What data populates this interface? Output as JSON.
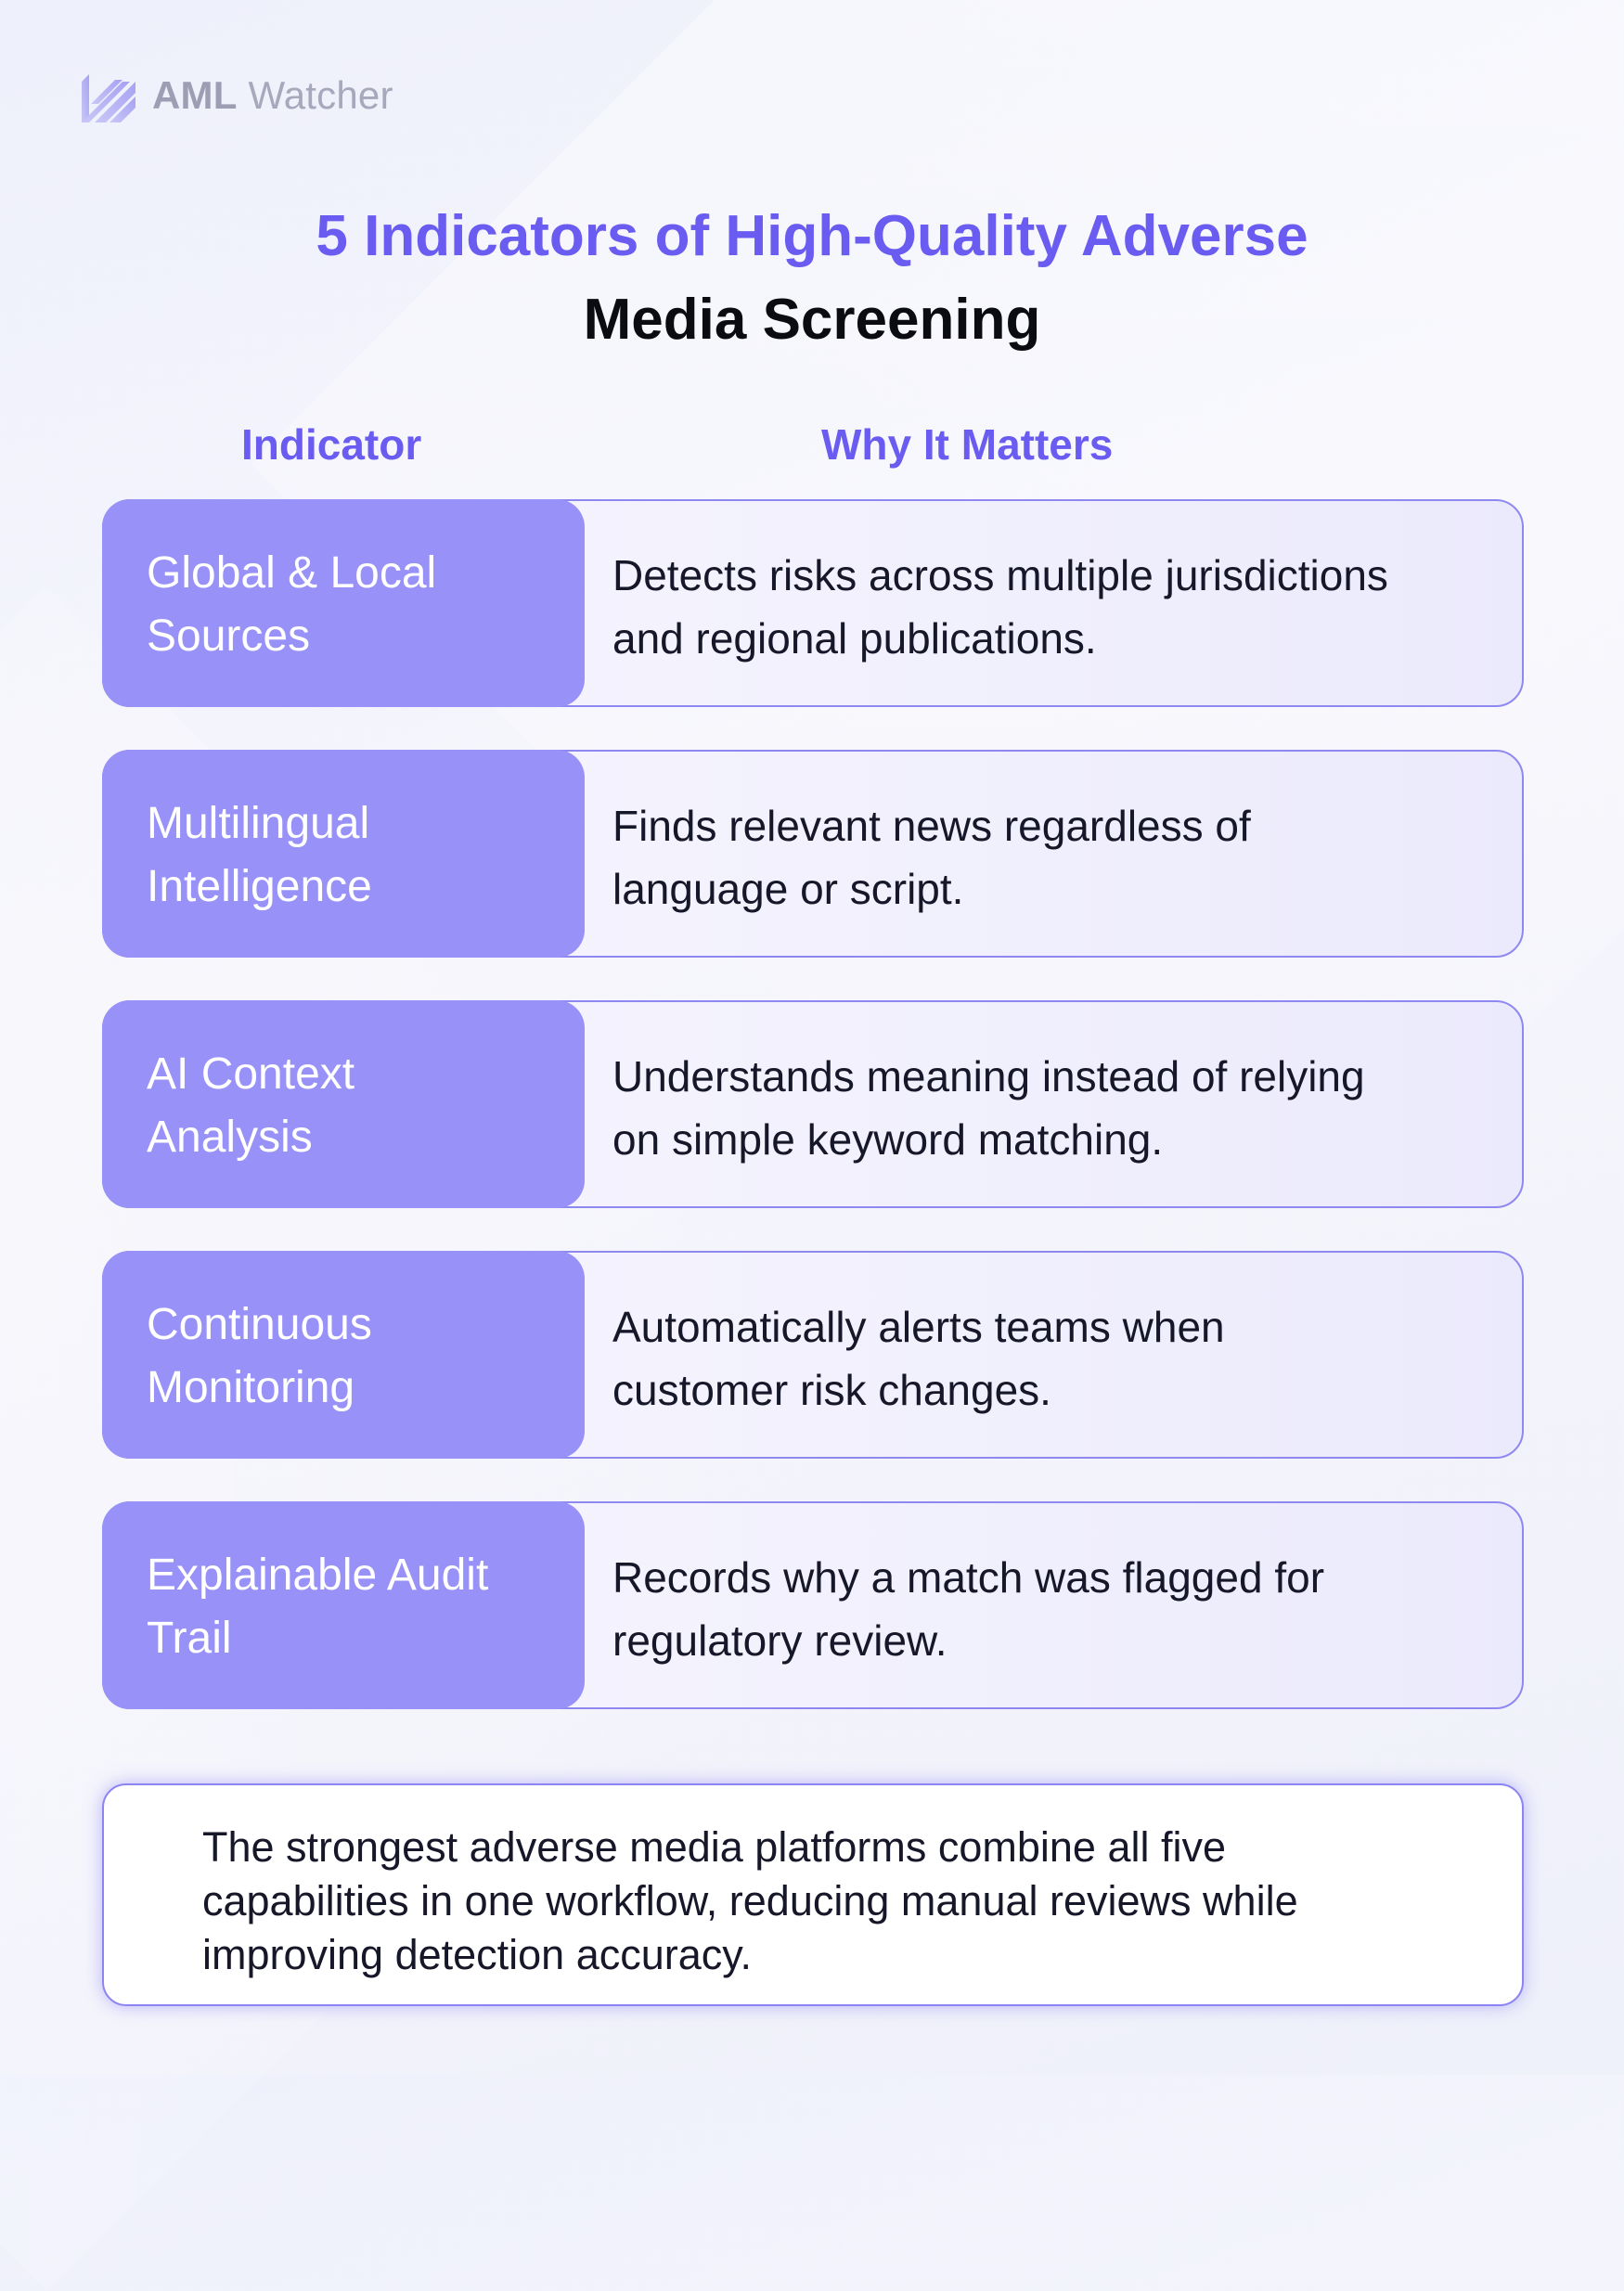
{
  "brand": {
    "name_bold": "AML",
    "name_light": "Watcher",
    "icon": "striped-diagonal-logo-icon"
  },
  "title": {
    "line1": "5 Indicators of High-Quality Adverse",
    "line2": "Media Screening"
  },
  "table": {
    "headers": {
      "indicator": "Indicator",
      "why": "Why It Matters"
    },
    "rows": [
      {
        "indicator_line1": "Global & Local",
        "indicator_line2": "Sources",
        "why_line1": "Detects risks across multiple jurisdictions",
        "why_line2": "and regional publications."
      },
      {
        "indicator_line1": "Multilingual",
        "indicator_line2": "Intelligence",
        "why_line1": "Finds relevant news regardless of",
        "why_line2": "language or script."
      },
      {
        "indicator_line1": "AI Context",
        "indicator_line2": "Analysis",
        "why_line1": "Understands meaning instead of relying",
        "why_line2": "on simple keyword matching."
      },
      {
        "indicator_line1": "Continuous",
        "indicator_line2": "Monitoring",
        "why_line1": "Automatically alerts teams when",
        "why_line2": "customer risk changes."
      },
      {
        "indicator_line1": "Explainable Audit",
        "indicator_line2": "Trail",
        "why_line1": "Records why a match was flagged for",
        "why_line2": "regulatory review."
      }
    ]
  },
  "summary": {
    "line1": "The strongest adverse media platforms combine all five",
    "line2": "capabilities in one workflow, reducing manual reviews while",
    "line3": "improving detection accuracy."
  },
  "colors": {
    "accent": "#6a5cf0",
    "indicator_fill": "#9791f8",
    "row_border": "#8f88f0",
    "text_dark": "#0b0b12"
  }
}
